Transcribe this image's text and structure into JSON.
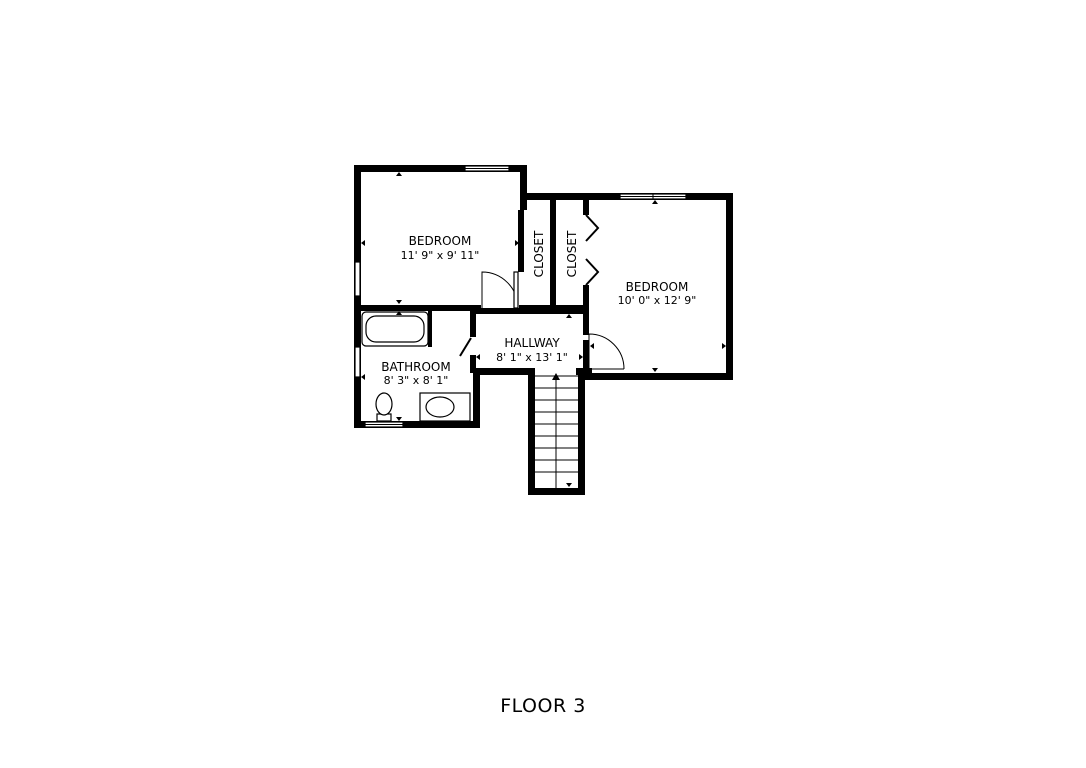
{
  "floor_label": "FLOOR 3",
  "rooms": {
    "bedroom_left": {
      "name": "BEDROOM",
      "dims": "11' 9\" x 9' 11\""
    },
    "bedroom_right": {
      "name": "BEDROOM",
      "dims": "10' 0\" x 12' 9\""
    },
    "bathroom": {
      "name": "BATHROOM",
      "dims": "8' 3\" x 8' 1\""
    },
    "hallway": {
      "name": "HALLWAY",
      "dims": "8' 1\" x 13' 1\""
    },
    "closet_left": {
      "name": "CLOSET"
    },
    "closet_right": {
      "name": "CLOSET"
    }
  },
  "colors": {
    "wall": "#000000",
    "background": "#ffffff"
  }
}
